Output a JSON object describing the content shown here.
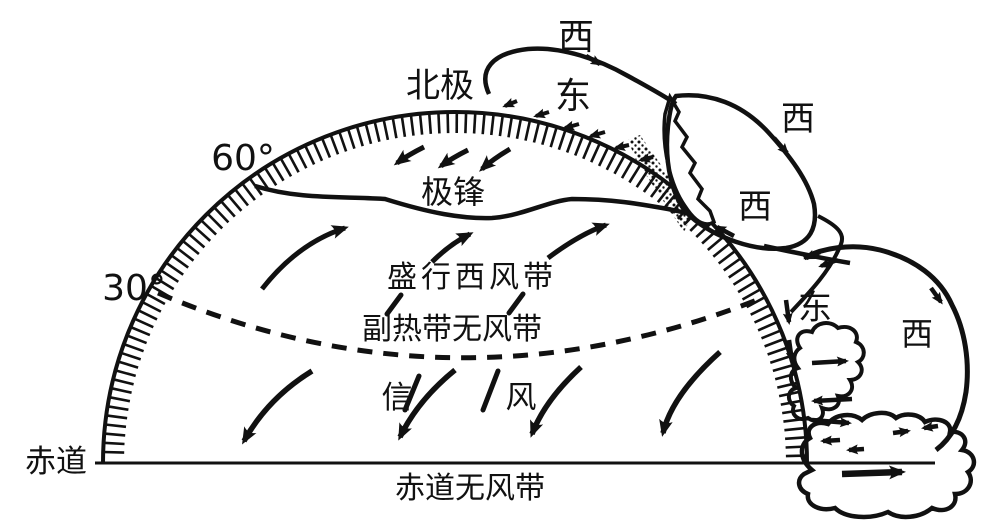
{
  "figure": {
    "kind": "atmospheric-circulation-diagram",
    "colors": {
      "ink": "#111111",
      "background": "#ffffff"
    },
    "labels": {
      "north_pole": "北极",
      "lat60": "60°",
      "lat30": "30°",
      "equator": "赤道",
      "polar_front": "极锋",
      "westerlies_belt": "盛行西风带",
      "subtropical_calm_belt": "副热带无风带",
      "trade_char1": "信",
      "trade_char2": "风",
      "equatorial_calm_belt": "赤道无风带",
      "polar_cell_upper_west": "西",
      "polar_cell_lower_east": "东",
      "ferrel_cell_upper_west": "西",
      "ferrel_cell_inner_west": "西",
      "hadley_cell_surface_east": "东",
      "hadley_cell_upper_west": "西"
    }
  }
}
